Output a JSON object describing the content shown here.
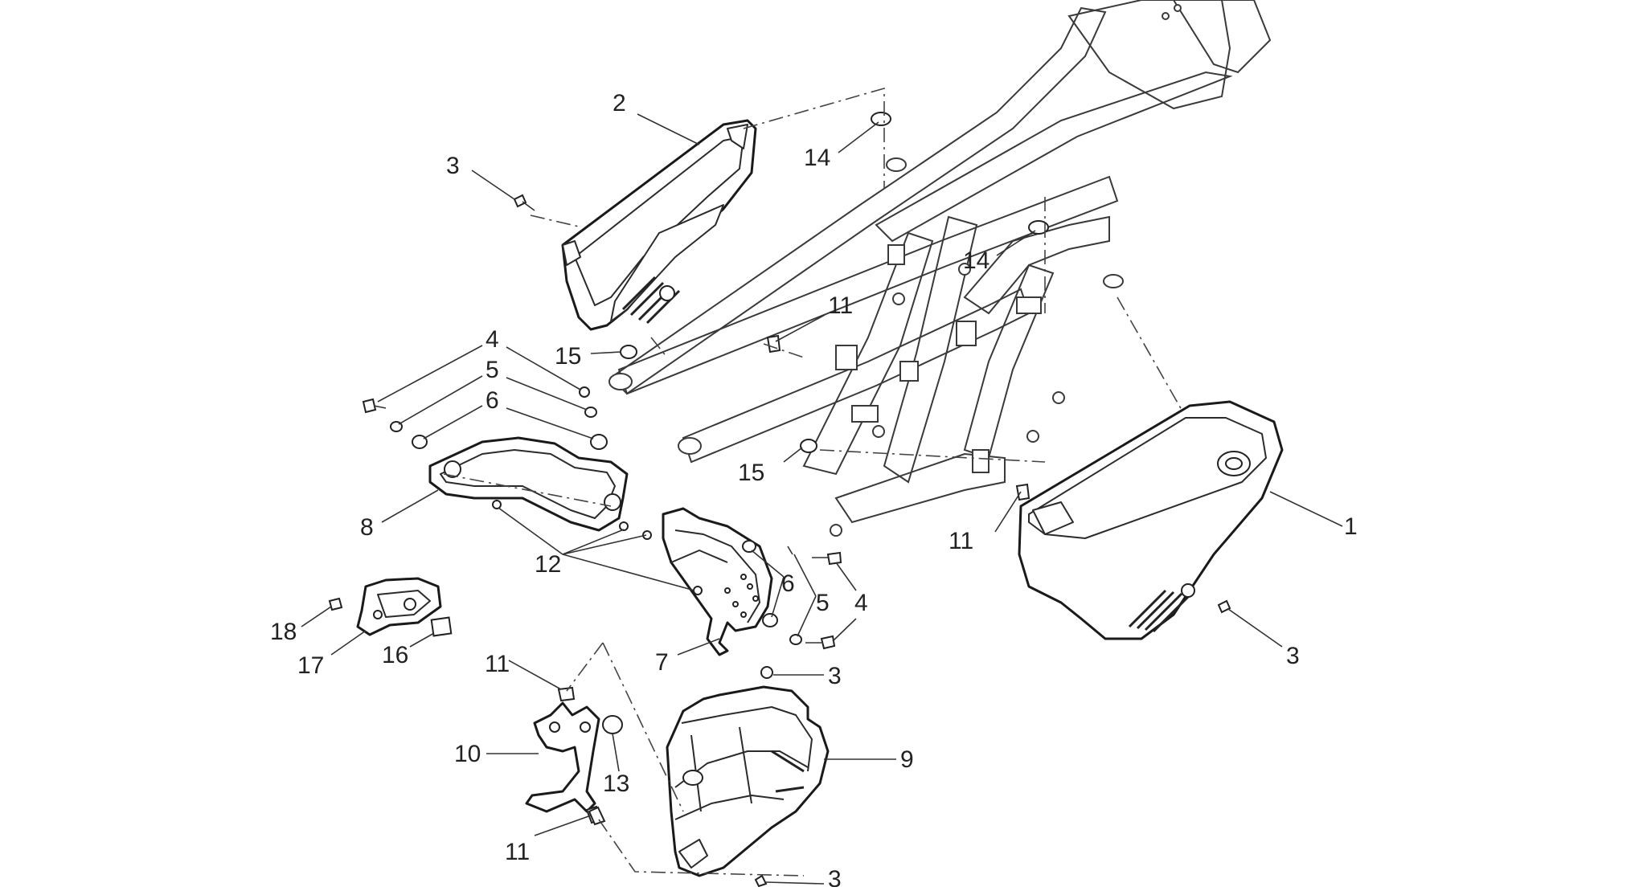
{
  "diagram": {
    "callouts": [
      {
        "id": "c1",
        "text": "1"
      },
      {
        "id": "c2",
        "text": "2"
      },
      {
        "id": "c3a",
        "text": "3"
      },
      {
        "id": "c3b",
        "text": "3"
      },
      {
        "id": "c3c",
        "text": "3"
      },
      {
        "id": "c3d",
        "text": "3"
      },
      {
        "id": "c4a",
        "text": "4"
      },
      {
        "id": "c4b",
        "text": "4"
      },
      {
        "id": "c5a",
        "text": "5"
      },
      {
        "id": "c5b",
        "text": "5"
      },
      {
        "id": "c6a",
        "text": "6"
      },
      {
        "id": "c6b",
        "text": "6"
      },
      {
        "id": "c7",
        "text": "7"
      },
      {
        "id": "c8",
        "text": "8"
      },
      {
        "id": "c9",
        "text": "9"
      },
      {
        "id": "c10",
        "text": "10"
      },
      {
        "id": "c11a",
        "text": "11"
      },
      {
        "id": "c11b",
        "text": "11"
      },
      {
        "id": "c11c",
        "text": "11"
      },
      {
        "id": "c11d",
        "text": "11"
      },
      {
        "id": "c12",
        "text": "12"
      },
      {
        "id": "c13",
        "text": "13"
      },
      {
        "id": "c14a",
        "text": "14"
      },
      {
        "id": "c14b",
        "text": "14"
      },
      {
        "id": "c15a",
        "text": "15"
      },
      {
        "id": "c15b",
        "text": "15"
      },
      {
        "id": "c16",
        "text": "16"
      },
      {
        "id": "c17",
        "text": "17"
      },
      {
        "id": "c18",
        "text": "18"
      }
    ]
  }
}
